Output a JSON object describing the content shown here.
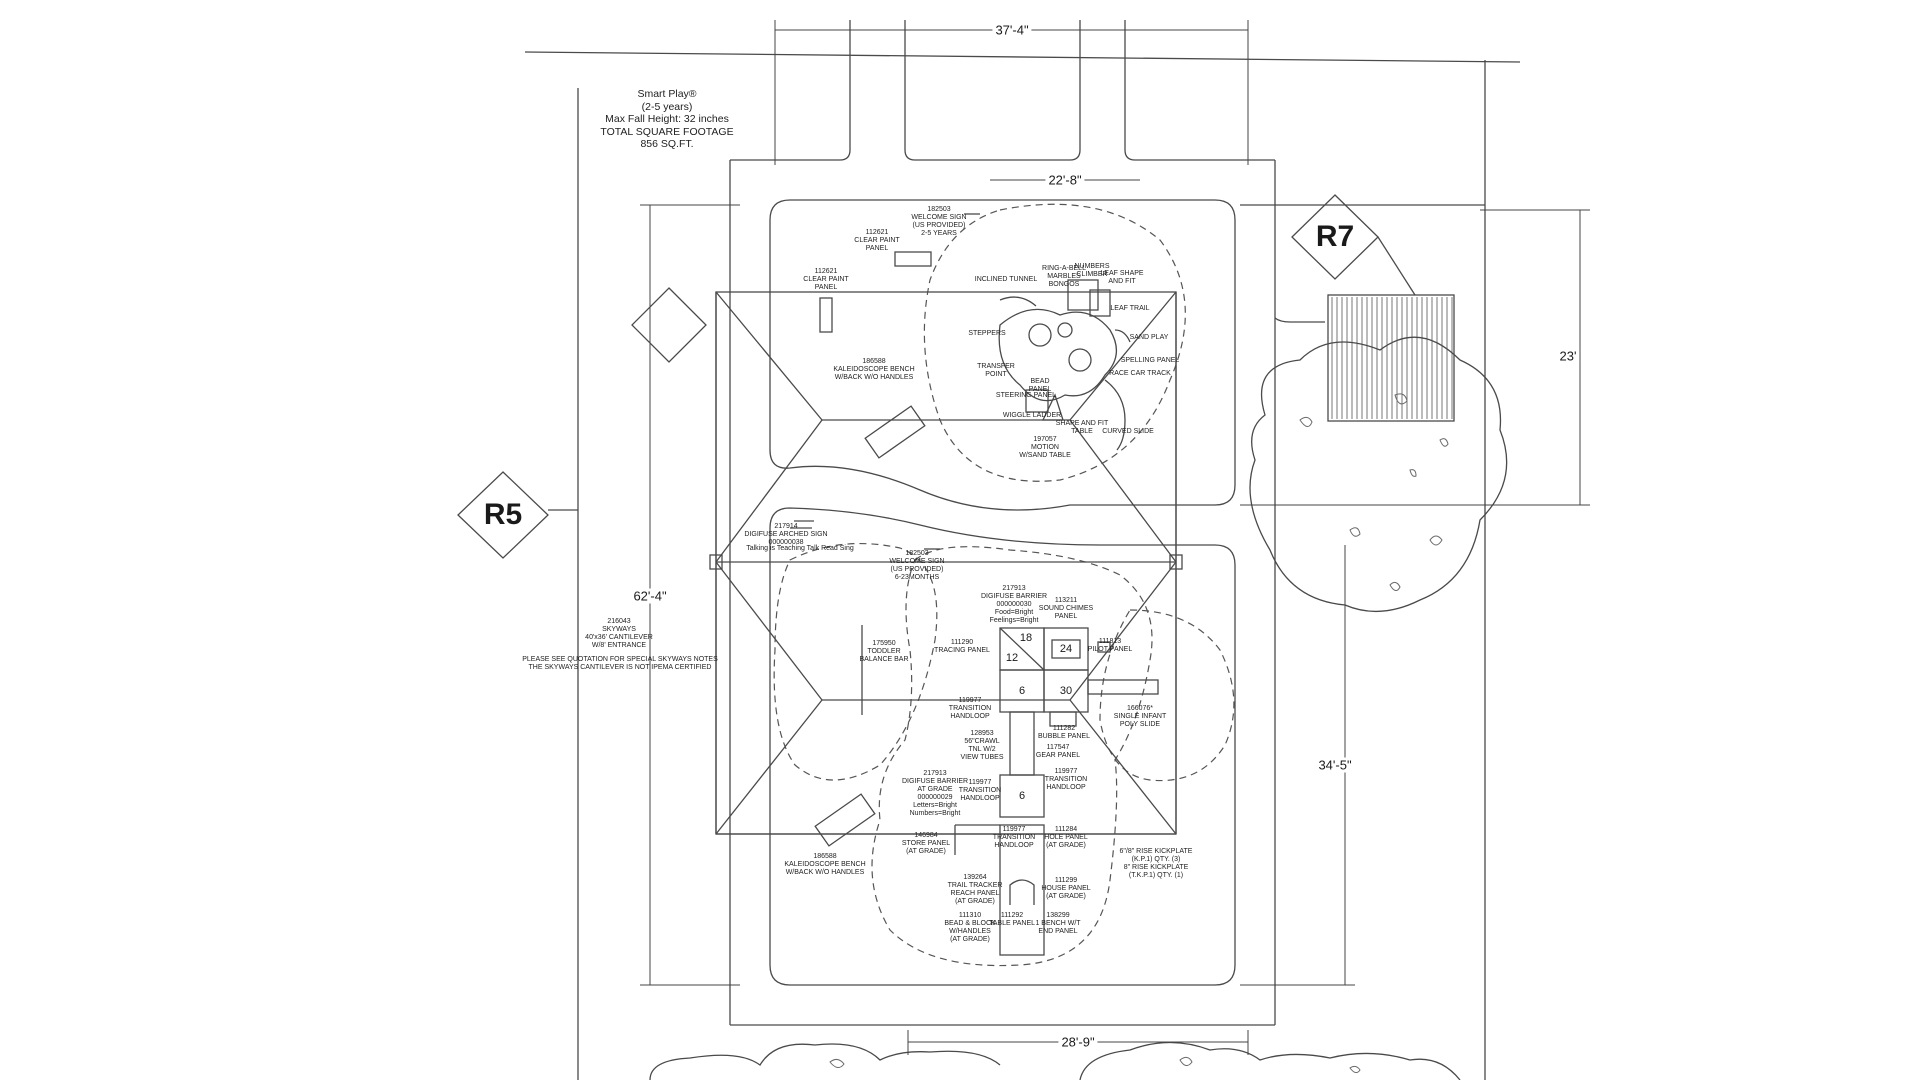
{
  "title_block": {
    "line1": "Smart Play®",
    "line2": "(2-5 years)",
    "line3": "Max Fall Height: 32 inches",
    "line4": "TOTAL SQUARE FOOTAGE",
    "line5": "856 SQ.FT."
  },
  "markers": {
    "r5": "R5",
    "r7": "R7"
  },
  "dimensions": {
    "top_width": "37'-4\"",
    "inner_width": "22'-8\"",
    "bottom_width": "28'-9\"",
    "height_left": "62'-4\"",
    "right_upper": "23'",
    "right_lower": "34'-5\""
  },
  "deck_numbers": {
    "n18": "18",
    "n12": "12",
    "n24": "24",
    "n6a": "6",
    "n30": "30",
    "n6b": "6"
  },
  "labels": {
    "welcome_sign_top": "182503\nWELCOME SIGN\n(US PROVIDED)\n2-5 YEARS",
    "clear_paint_a": "112621\nCLEAR PAINT\nPANEL",
    "clear_paint_b": "112621\nCLEAR PAINT\nPANEL",
    "inclined_tunnel": "INCLINED TUNNEL",
    "ring_a_bell": "RING-A-BELL\nMARBLES\nBONGOS",
    "numbers_climber": "NUMBERS\nCLIMBER",
    "leaf_shape": "LEAF SHAPE\nAND FIT",
    "leaf_trail": "LEAF TRAIL",
    "sand_play": "SAND PLAY",
    "steppers": "STEPPERS",
    "spelling_panel": "SPELLING PANEL",
    "race_car": "RACE CAR TRACK",
    "transfer_point": "TRANSFER\nPOINT",
    "bead_panel": "BEAD\nPANEL",
    "steering_panel": "STEERING PANEL",
    "wiggle_ladder": "WIGGLE LADDER",
    "shape_and_fit": "SHAPE AND FIT\nTABLE",
    "curved_slide": "CURVED SLIDE",
    "motion_sand": "197057\nMOTION\nW/SAND TABLE",
    "kaleidoscope_top": "186588\nKALEIDOSCOPE BENCH\nW/BACK W/O HANDLES",
    "arched_sign": "217914\nDIGIFUSE ARCHED SIGN\n000000038",
    "arched_sign_text": "Talking is Teaching Talk Read Sing",
    "welcome_sign_bottom": "182503\nWELCOME SIGN\n(US PROVIDED)\n6-23MONTHS",
    "digifuse_barrier_a": "217913\nDIGIFUSE BARRIER\n000000030\nFood=Bright\nFeelings=Bright",
    "sound_chimes": "113211\nSOUND CHIMES\nPANEL",
    "tracing_panel": "111290\nTRACING PANEL",
    "pilot_panel": "111813\nPILOT PANEL",
    "toddler_bar": "175950\nTODDLER\nBALANCE BAR",
    "transition_a": "119977\nTRANSITION\nHANDLOOP",
    "single_infant": "166076*\nSINGLE INFANT\nPOLY SLIDE",
    "bubble_panel": "111282\nBUBBLE PANEL",
    "crawl_tunnel": "128953\n56\"CRAWL\nTNL W/2\nVIEW TUBES",
    "gear_panel": "117547\nGEAR PANEL",
    "transition_b": "119977\nTRANSITION\nHANDLOOP",
    "transition_c": "119977\nTRANSITION\nHANDLOOP",
    "digifuse_barrier_b": "217913\nDIGIFUSE BARRIER\nAT GRADE\n000000029\nLetters=Bright\nNumbers=Bright",
    "skyways": "216043\nSKYWAYS\n40'x36' CANTILEVER\nW/8' ENTRANCE",
    "skyways_note": "PLEASE SEE QUOTATION FOR SPECIAL SKYWAYS NOTES\nTHE SKYWAYS CANTILEVER IS NOT IPEMA CERTIFIED",
    "store_panel": "146984\nSTORE PANEL\n(AT GRADE)",
    "transition_d": "119977\nTRANSITION\nHANDLOOP",
    "hole_panel": "111284\nHOLE PANEL\n(AT GRADE)",
    "kaleidoscope_bottom": "186588\nKALEIDOSCOPE BENCH\nW/BACK W/O HANDLES",
    "kickplate": "6\"/8\" RISE KICKPLATE\n(K.P.1) QTY. (3)\n8\" RISE KICKPLATE\n(T.K.P.1) QTY. (1)",
    "trail_tracker": "139264\nTRAIL TRACKER\nREACH PANEL\n(AT GRADE)",
    "house_panel": "111299\nHOUSE PANEL\n(AT GRADE)",
    "bead_block": "111310\nBEAD & BLOCK\nW/HANDLES\n(AT GRADE)",
    "table_panel": "111292\nTABLE PANEL",
    "bench_end": "138299\n1 BENCH W/T\nEND PANEL"
  }
}
